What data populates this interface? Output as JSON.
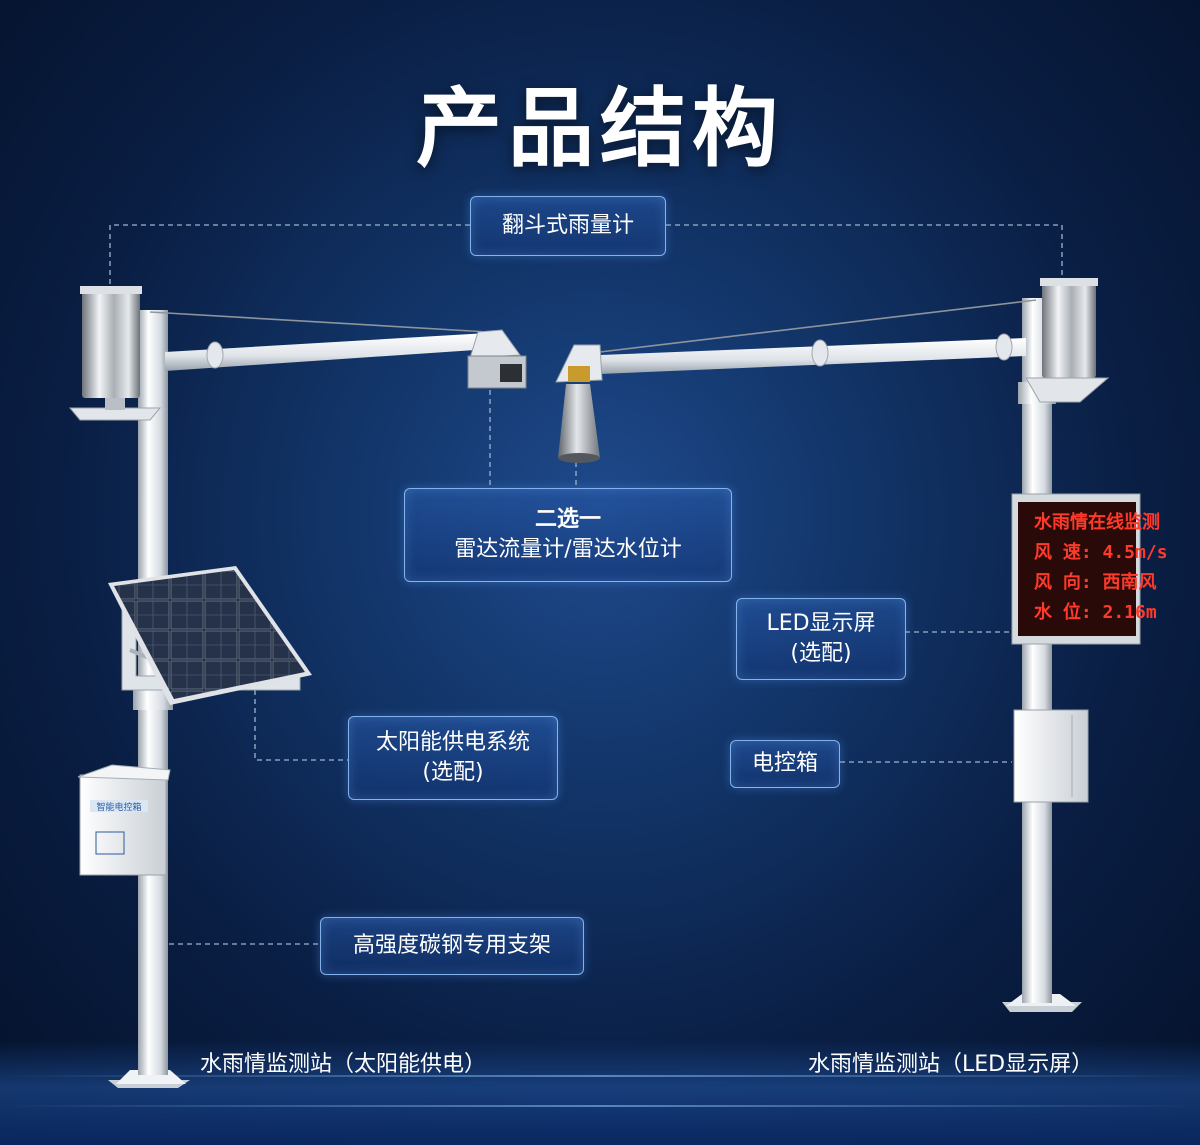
{
  "title": "产品结构",
  "labels": {
    "rain_gauge": "翻斗式雨量计",
    "radar_choice_heading": "二选一",
    "radar_choice_desc": "雷达流量计/雷达水位计",
    "led_screen_line1": "LED显示屏",
    "led_screen_line2": "(选配)",
    "solar_line1": "太阳能供电系统",
    "solar_line2": "(选配)",
    "control_box": "电控箱",
    "bracket": "高强度碳钢专用支架"
  },
  "captions": {
    "left_station": "水雨情监测站（太阳能供电）",
    "right_station": "水雨情监测站（LED显示屏）"
  },
  "control_box_left_plate": "智能电控箱",
  "led_display": {
    "rows": [
      "水雨情在线监测",
      "风  速: 4.5m/s",
      "风  向: 西南风",
      "水  位: 2.16m"
    ]
  },
  "colors": {
    "background_center": "#1f4a8c",
    "background_edge": "#04112a",
    "label_border": "#96c8ff",
    "led_text": "#ff3a2a",
    "pole": "#e8ecf0"
  }
}
